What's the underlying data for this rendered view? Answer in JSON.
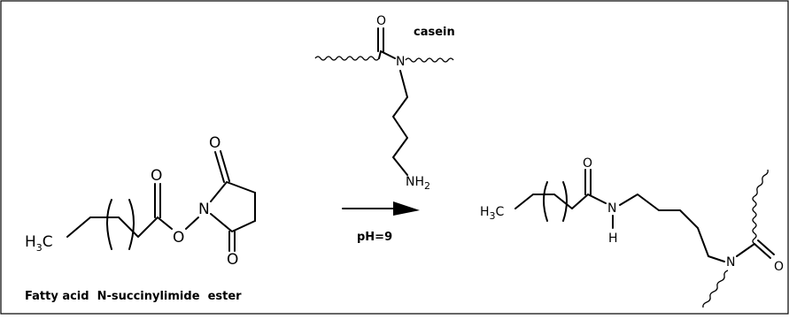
{
  "reactant": {
    "ch3_prefix": "H",
    "ch3_sub": "3",
    "ch3_suffix": "C",
    "oxygen_label": "O",
    "nitrogen_label": "N",
    "caption": "Fatty acid  N-succinylimide  ester"
  },
  "reagent": {
    "name": "casein",
    "nitrogen_label": "N",
    "oxygen_label": "O",
    "amine_prefix": "NH",
    "amine_sub": "2"
  },
  "conditions": {
    "ph": "pH=9"
  },
  "product": {
    "ch3_prefix": "H",
    "ch3_sub": "3",
    "ch3_suffix": "C",
    "oxygen_label": "O",
    "nitrogen_label": "N",
    "hydrogen_label": "H"
  }
}
